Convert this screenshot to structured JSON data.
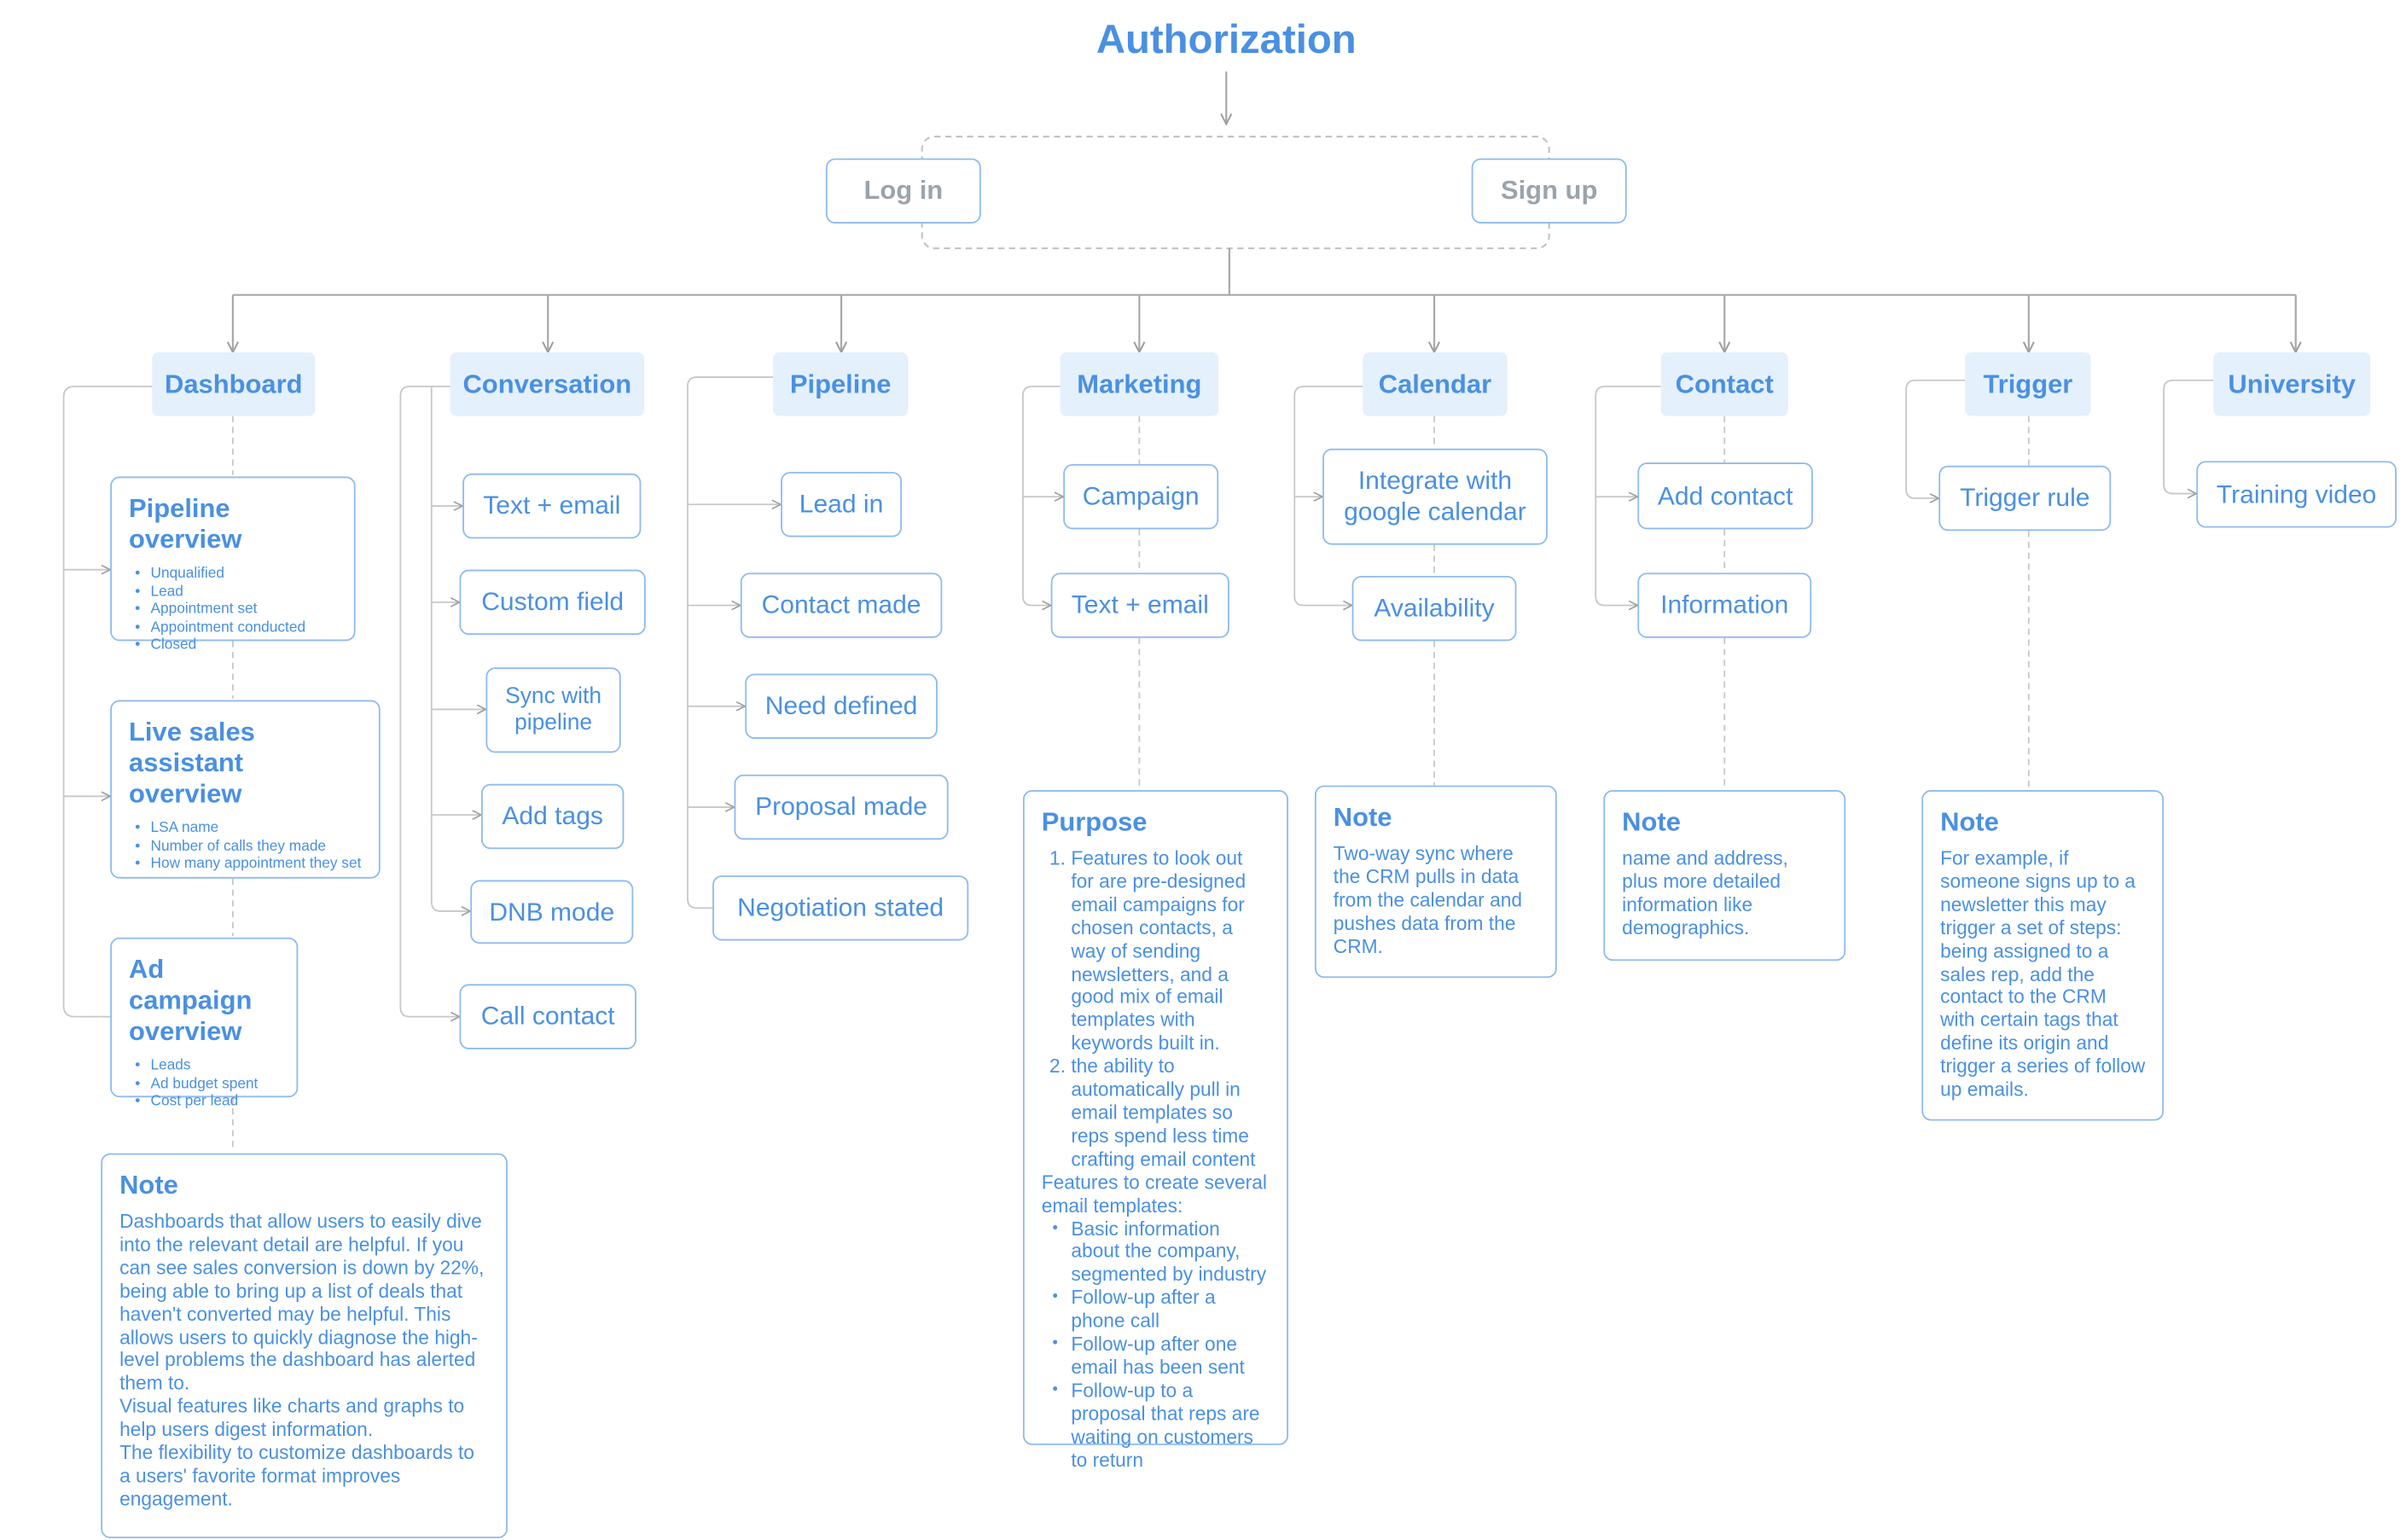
{
  "title": "Authorization",
  "auth": {
    "login": "Log in",
    "signup": "Sign up"
  },
  "colors": {
    "accent": "#4a90e2",
    "header_bg": "#e4f0fc",
    "border": "#8ebbf0",
    "connector": "#9e9e9e",
    "muted_text": "#9aa4ad"
  },
  "columns": {
    "dashboard": {
      "header": "Dashboard",
      "pipeline_overview": {
        "title": "Pipeline overview",
        "items": [
          "Unqualified",
          "Lead",
          "Appointment set",
          "Appointment conducted",
          "Closed"
        ]
      },
      "lsa_overview": {
        "title": "Live sales assistant overview",
        "items": [
          "LSA name",
          "Number of calls they made",
          "How many appointment they set"
        ]
      },
      "ad_overview": {
        "title": "Ad campaign overview",
        "items": [
          "Leads",
          "Ad budget spent",
          "Cost per lead"
        ]
      },
      "note": {
        "title": "Note",
        "text": "Dashboards that allow users to easily dive into the relevant detail are helpful. If you can see sales conversion is down by 22%, being able to bring up a list of deals that haven't converted may be helpful.  This allows users to quickly diagnose the high-level problems the dashboard has alerted them to.\nVisual features like charts and graphs to help users digest information.\nThe flexibility to customize dashboards to a users' favorite format improves engagement."
      }
    },
    "conversation": {
      "header": "Conversation",
      "items": [
        "Text + email",
        "Custom field",
        "Sync with pipeline",
        "Add tags",
        "DNB mode",
        "Call contact"
      ]
    },
    "pipeline": {
      "header": "Pipeline",
      "items": [
        "Lead in",
        "Contact made",
        "Need defined",
        "Proposal made",
        "Negotiation stated"
      ]
    },
    "marketing": {
      "header": "Marketing",
      "items": [
        "Campaign",
        "Text + email"
      ],
      "purpose": {
        "title": "Purpose",
        "numbered": [
          "Features to look out for are pre-designed email campaigns for chosen contacts, a way of sending newsletters, and a good mix of email templates with keywords built in.",
          "the ability to automatically pull in email templates so reps spend less time crafting email content"
        ],
        "intro": "Features to create several email templates:",
        "bullets": [
          "Basic information about the company, segmented by industry",
          "Follow-up after a phone call",
          "Follow-up after one email has been sent",
          "Follow-up to a proposal that reps are waiting on customers to return"
        ]
      }
    },
    "calendar": {
      "header": "Calendar",
      "items": [
        "Integrate with google calendar",
        "Availability"
      ],
      "note": {
        "title": "Note",
        "text": "Two-way sync where the CRM pulls in data from the calendar and pushes data from the CRM."
      }
    },
    "contact": {
      "header": "Contact",
      "items": [
        "Add contact",
        "Information"
      ],
      "note": {
        "title": "Note",
        "text": "name and address, plus more detailed information like demographics."
      }
    },
    "trigger": {
      "header": "Trigger",
      "items": [
        "Trigger rule"
      ],
      "note": {
        "title": "Note",
        "text": "For example, if someone signs up to a newsletter this may trigger a set of steps: being assigned to a sales rep, add the contact to the CRM with certain tags that define its origin and trigger a series of follow up emails."
      }
    },
    "university": {
      "header": "University",
      "items": [
        "Training video"
      ]
    }
  }
}
